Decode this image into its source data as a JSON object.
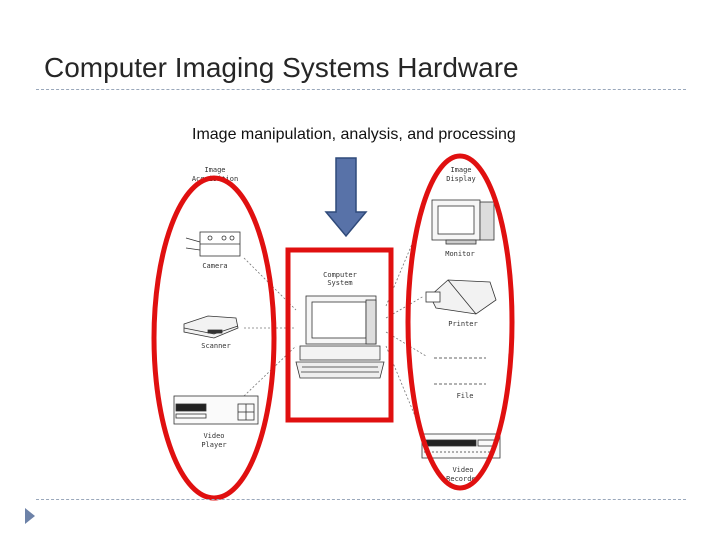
{
  "slide": {
    "title": "Computer Imaging Systems Hardware",
    "subtitle": "Image manipulation, analysis, and processing"
  },
  "diagram": {
    "left_group_label": [
      "Image",
      "Acquisition"
    ],
    "right_group_label": [
      "Image",
      "Display"
    ],
    "center_label": [
      "Computer",
      "System"
    ],
    "devices": {
      "camera": "Camera",
      "scanner": "Scanner",
      "video_player": [
        "Video",
        "Player"
      ],
      "monitor": "Monitor",
      "printer": "Printer",
      "file": "File",
      "video_recorder": [
        "Video",
        "Recorder"
      ]
    },
    "colors": {
      "highlight": "#e01010",
      "arrow_fill": "#5872a8",
      "arrow_stroke": "#2f4a7a",
      "bullet": "#6d82a8"
    }
  }
}
